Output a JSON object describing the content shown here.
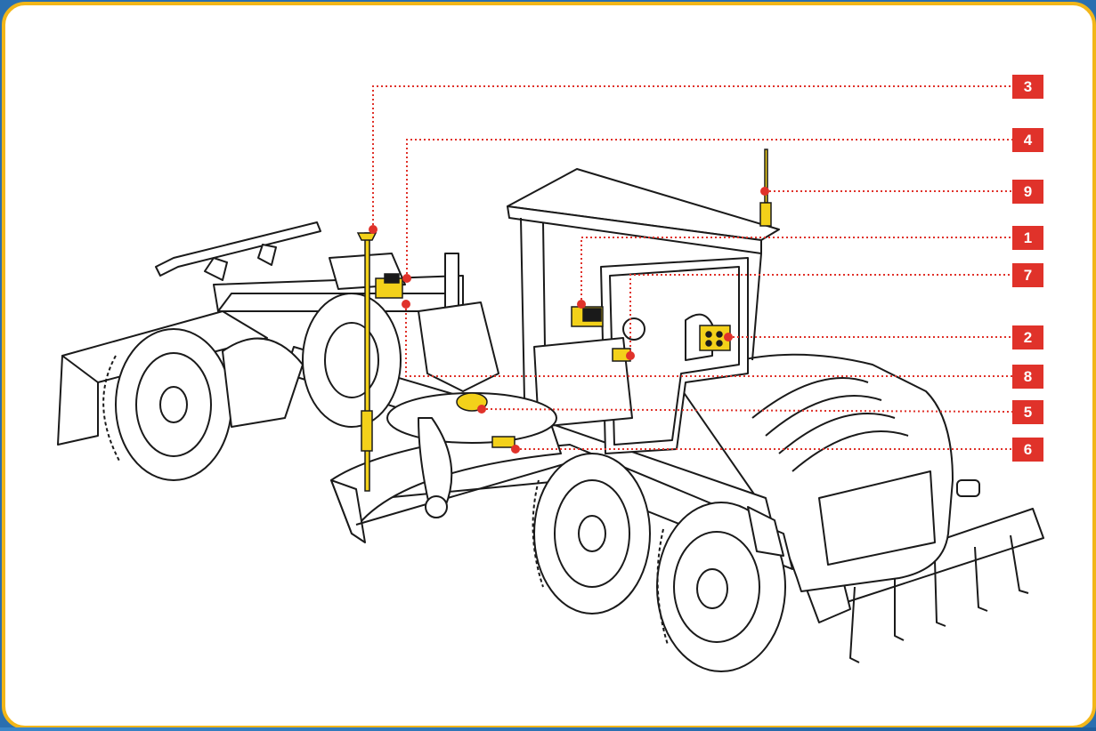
{
  "diagram": {
    "callouts": [
      {
        "id": "3",
        "label": "3"
      },
      {
        "id": "4",
        "label": "4"
      },
      {
        "id": "9",
        "label": "9"
      },
      {
        "id": "1",
        "label": "1"
      },
      {
        "id": "7",
        "label": "7"
      },
      {
        "id": "2",
        "label": "2"
      },
      {
        "id": "8",
        "label": "8"
      },
      {
        "id": "5",
        "label": "5"
      },
      {
        "id": "6",
        "label": "6"
      }
    ]
  },
  "colors": {
    "frame_border": "#f2b619",
    "callout": "#e0322a",
    "component": "#f3d11a",
    "outline": "#1a1a1a",
    "background_bottom": "#2a6fb0"
  }
}
